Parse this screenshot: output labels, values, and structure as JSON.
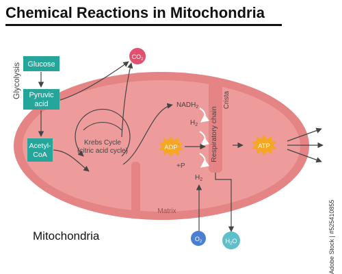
{
  "title": "Chemical Reactions in Mitochondria",
  "glycolysis": "Glycolysis",
  "nodes": {
    "glucose": "Glucose",
    "pyruvic_1": "Pyruvic",
    "pyruvic_2": "acid",
    "acetyl_1": "Acetyl-",
    "acetyl_2": "CoA"
  },
  "krebs": {
    "line1": "Krebs Cycle",
    "line2": "(citric acid cycle)"
  },
  "molecules": {
    "co2": "CO",
    "co2_sub": "2",
    "nadh": "NADH",
    "nadh_sub": "2",
    "h2_top": "H",
    "h2_top_sub": "2",
    "h2_bottom": "H",
    "h2_bottom_sub": "2",
    "adp": "ADP",
    "plus_p": "+P",
    "atp": "ATP",
    "o2": "O",
    "o2_sub": "2",
    "h2o_h": "H",
    "h2o_sub": "2",
    "h2o_o": "O"
  },
  "labels": {
    "respiratory_chain": "Respiratory chain",
    "crista": "Crista",
    "matrix": "Matrix",
    "mitochondria": "Mitochondria"
  },
  "stock_id": "Adobe Stock | #525410855",
  "colors": {
    "outer_membrane": "#e48484",
    "matrix": "#ee9b9b",
    "teal_box": "#26a69a",
    "co2_circle": "#e0516f",
    "o2_circle": "#4a7fd4",
    "h2o_circle": "#5cbfc9",
    "burst": "#f5a623"
  }
}
